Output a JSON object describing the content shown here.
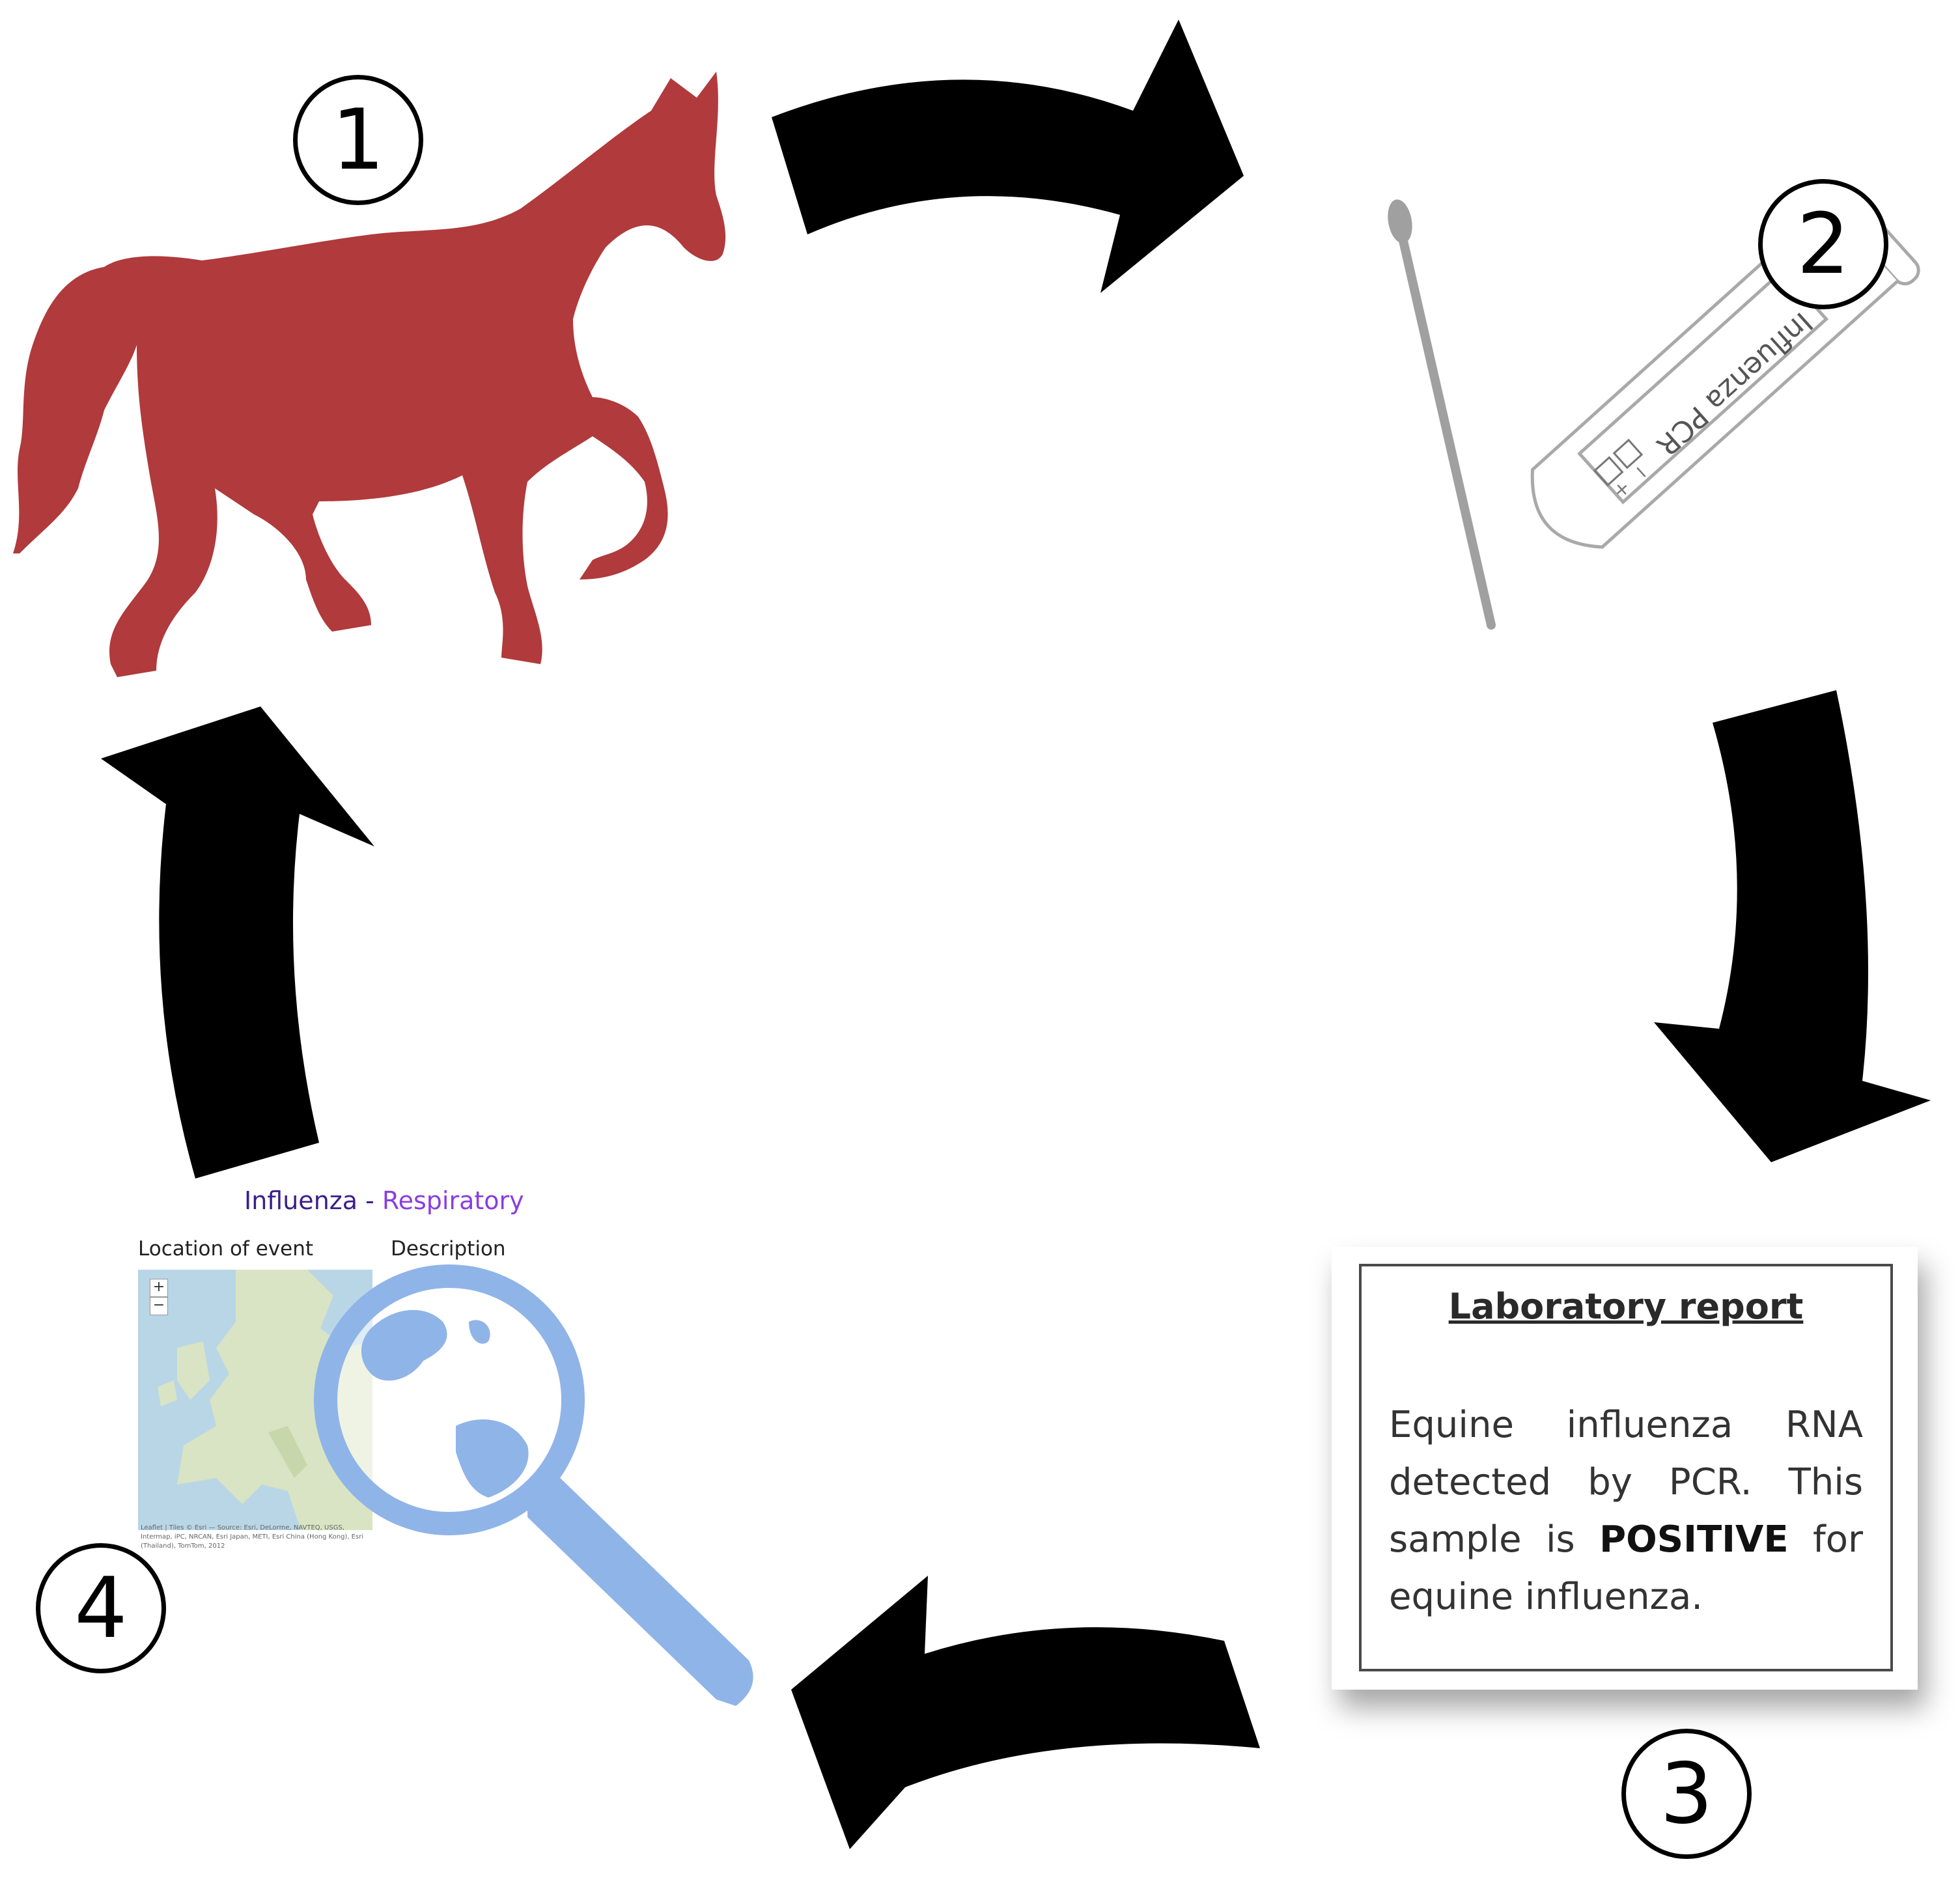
{
  "steps": [
    {
      "number": "1"
    },
    {
      "number": "2"
    },
    {
      "number": "3"
    },
    {
      "number": "4"
    }
  ],
  "tube": {
    "label": "Influenza PCR",
    "minus": "−",
    "plus": "+"
  },
  "report": {
    "title": "Laboratory report",
    "body_pre": "Equine influenza RNA detected by PCR. This sample is ",
    "body_bold": "POSITIVE",
    "body_post": " for equine influenza."
  },
  "alert": {
    "title_part1": "Influenza",
    "separator": " - ",
    "title_part2": "Respiratory",
    "location_label": "Location of event",
    "description_label": "Description",
    "zoom_in": "+",
    "zoom_out": "−",
    "map_credit": "Leaflet | Tiles © Esri — Source: Esri, DeLorme, NAVTEQ, USGS, Intermap, iPC, NRCAN, Esri Japan, METI, Esri China (Hong Kong), Esri (Thailand), TomTom, 2012"
  },
  "colors": {
    "horse": "#b03a3c",
    "arrow": "#000000",
    "tube": "#a9a9a9",
    "magnifier": "#8fb4e8",
    "title_dark": "#3b1f8a",
    "title_light": "#8a3de0"
  },
  "icons": [
    "horse-icon",
    "swab-icon",
    "test-tube-icon",
    "magnifier-icon",
    "globe-icon",
    "cycle-arrow-icon"
  ]
}
